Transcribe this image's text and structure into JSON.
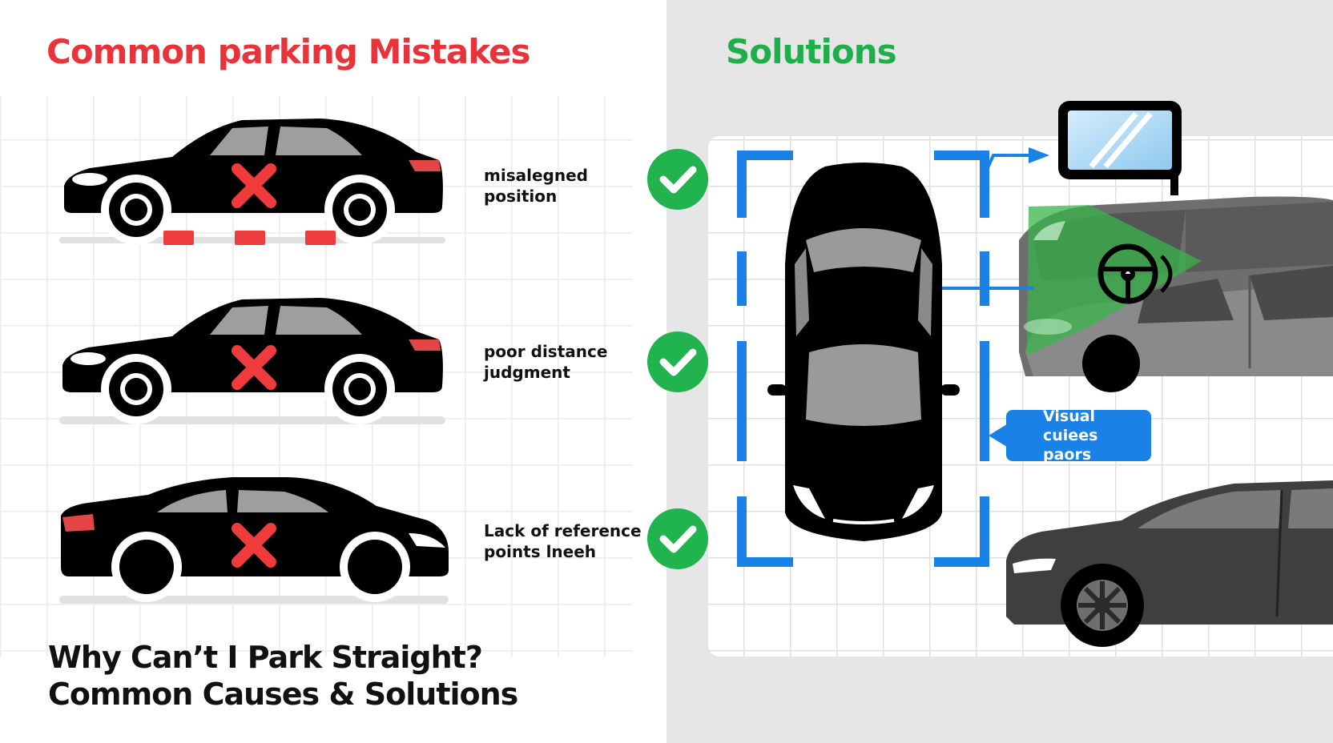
{
  "mistakes": {
    "title": "Common parking Mistakes",
    "color": "#e8333a",
    "items": [
      {
        "line1": "misalegned",
        "line2": "position"
      },
      {
        "line1": "poor distance",
        "line2": "judgment"
      },
      {
        "line1": "Lack of reference",
        "line2": "points lneeh"
      }
    ]
  },
  "solutions": {
    "title": "Solutions",
    "color": "#1fae4a",
    "callout_line1": "Visual cuiees",
    "callout_line2": "paors",
    "callout_color": "#1a82e6"
  },
  "footer": {
    "line1": "Why Can’t I Park Straight?",
    "line2": "Common Causes & Solutions"
  },
  "icons": [
    "car-side-icon",
    "x-mark-icon",
    "checkmark-icon",
    "car-topview-icon",
    "mirror-icon",
    "steering-wheel-icon",
    "arrow-icon"
  ]
}
